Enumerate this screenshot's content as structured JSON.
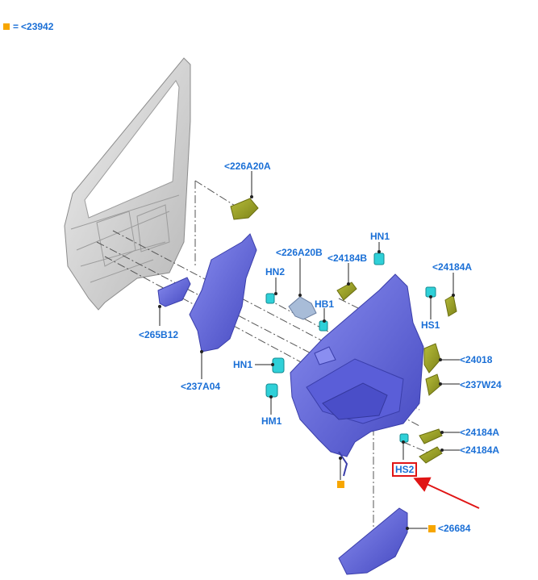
{
  "legend": {
    "equals": "=",
    "ref": "<23942"
  },
  "labels": {
    "l226A20A": "<226A20A",
    "l226A20B": "<226A20B",
    "l24184B": "<24184B",
    "hn1_top": "HN1",
    "l24184A_top": "<24184A",
    "hn2": "HN2",
    "hb1": "HB1",
    "hs1": "HS1",
    "l265B12": "<265B12",
    "l24018": "<24018",
    "hn1_mid": "HN1",
    "l237W24": "<237W24",
    "l237A04": "<237A04",
    "hm1": "HM1",
    "l24184A_a": "<24184A",
    "l24184A_b": "<24184A",
    "hs2": "HS2",
    "l26684": "<26684"
  },
  "colors": {
    "label": "#1a6fd6",
    "panel": "#6a6ee0",
    "panel_dark": "#4a4ec8",
    "trim": "#9aa02a",
    "clip": "#2fd0d8",
    "bracket": "#9ab0cc",
    "door": "#d4d4d4",
    "marker": "#f7a600",
    "highlight": "#e01515"
  }
}
